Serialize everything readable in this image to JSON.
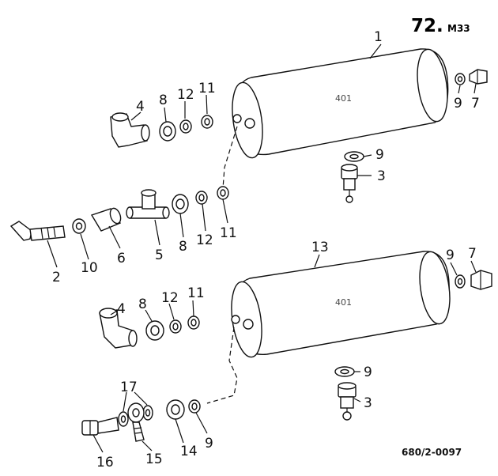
{
  "page_ref": {
    "number": "72.",
    "suffix": "M33"
  },
  "drawing_number": "680/2-0097",
  "tank_label_upper": "401",
  "tank_label_lower": "401",
  "callouts": {
    "c1": "1",
    "c2": "2",
    "c3a": "3",
    "c3b": "3",
    "c4a": "4",
    "c4b": "4",
    "c5": "5",
    "c6": "6",
    "c7a": "7",
    "c7b": "7",
    "c8a": "8",
    "c8b": "8",
    "c8c": "8",
    "c9a": "9",
    "c9b": "9",
    "c9c": "9",
    "c9d": "9",
    "c9e": "9",
    "c10": "10",
    "c11a": "11",
    "c11b": "11",
    "c11c": "11",
    "c12a": "12",
    "c12b": "12",
    "c12c": "12",
    "c13": "13",
    "c14": "14",
    "c15": "15",
    "c16": "16",
    "c17": "17"
  }
}
